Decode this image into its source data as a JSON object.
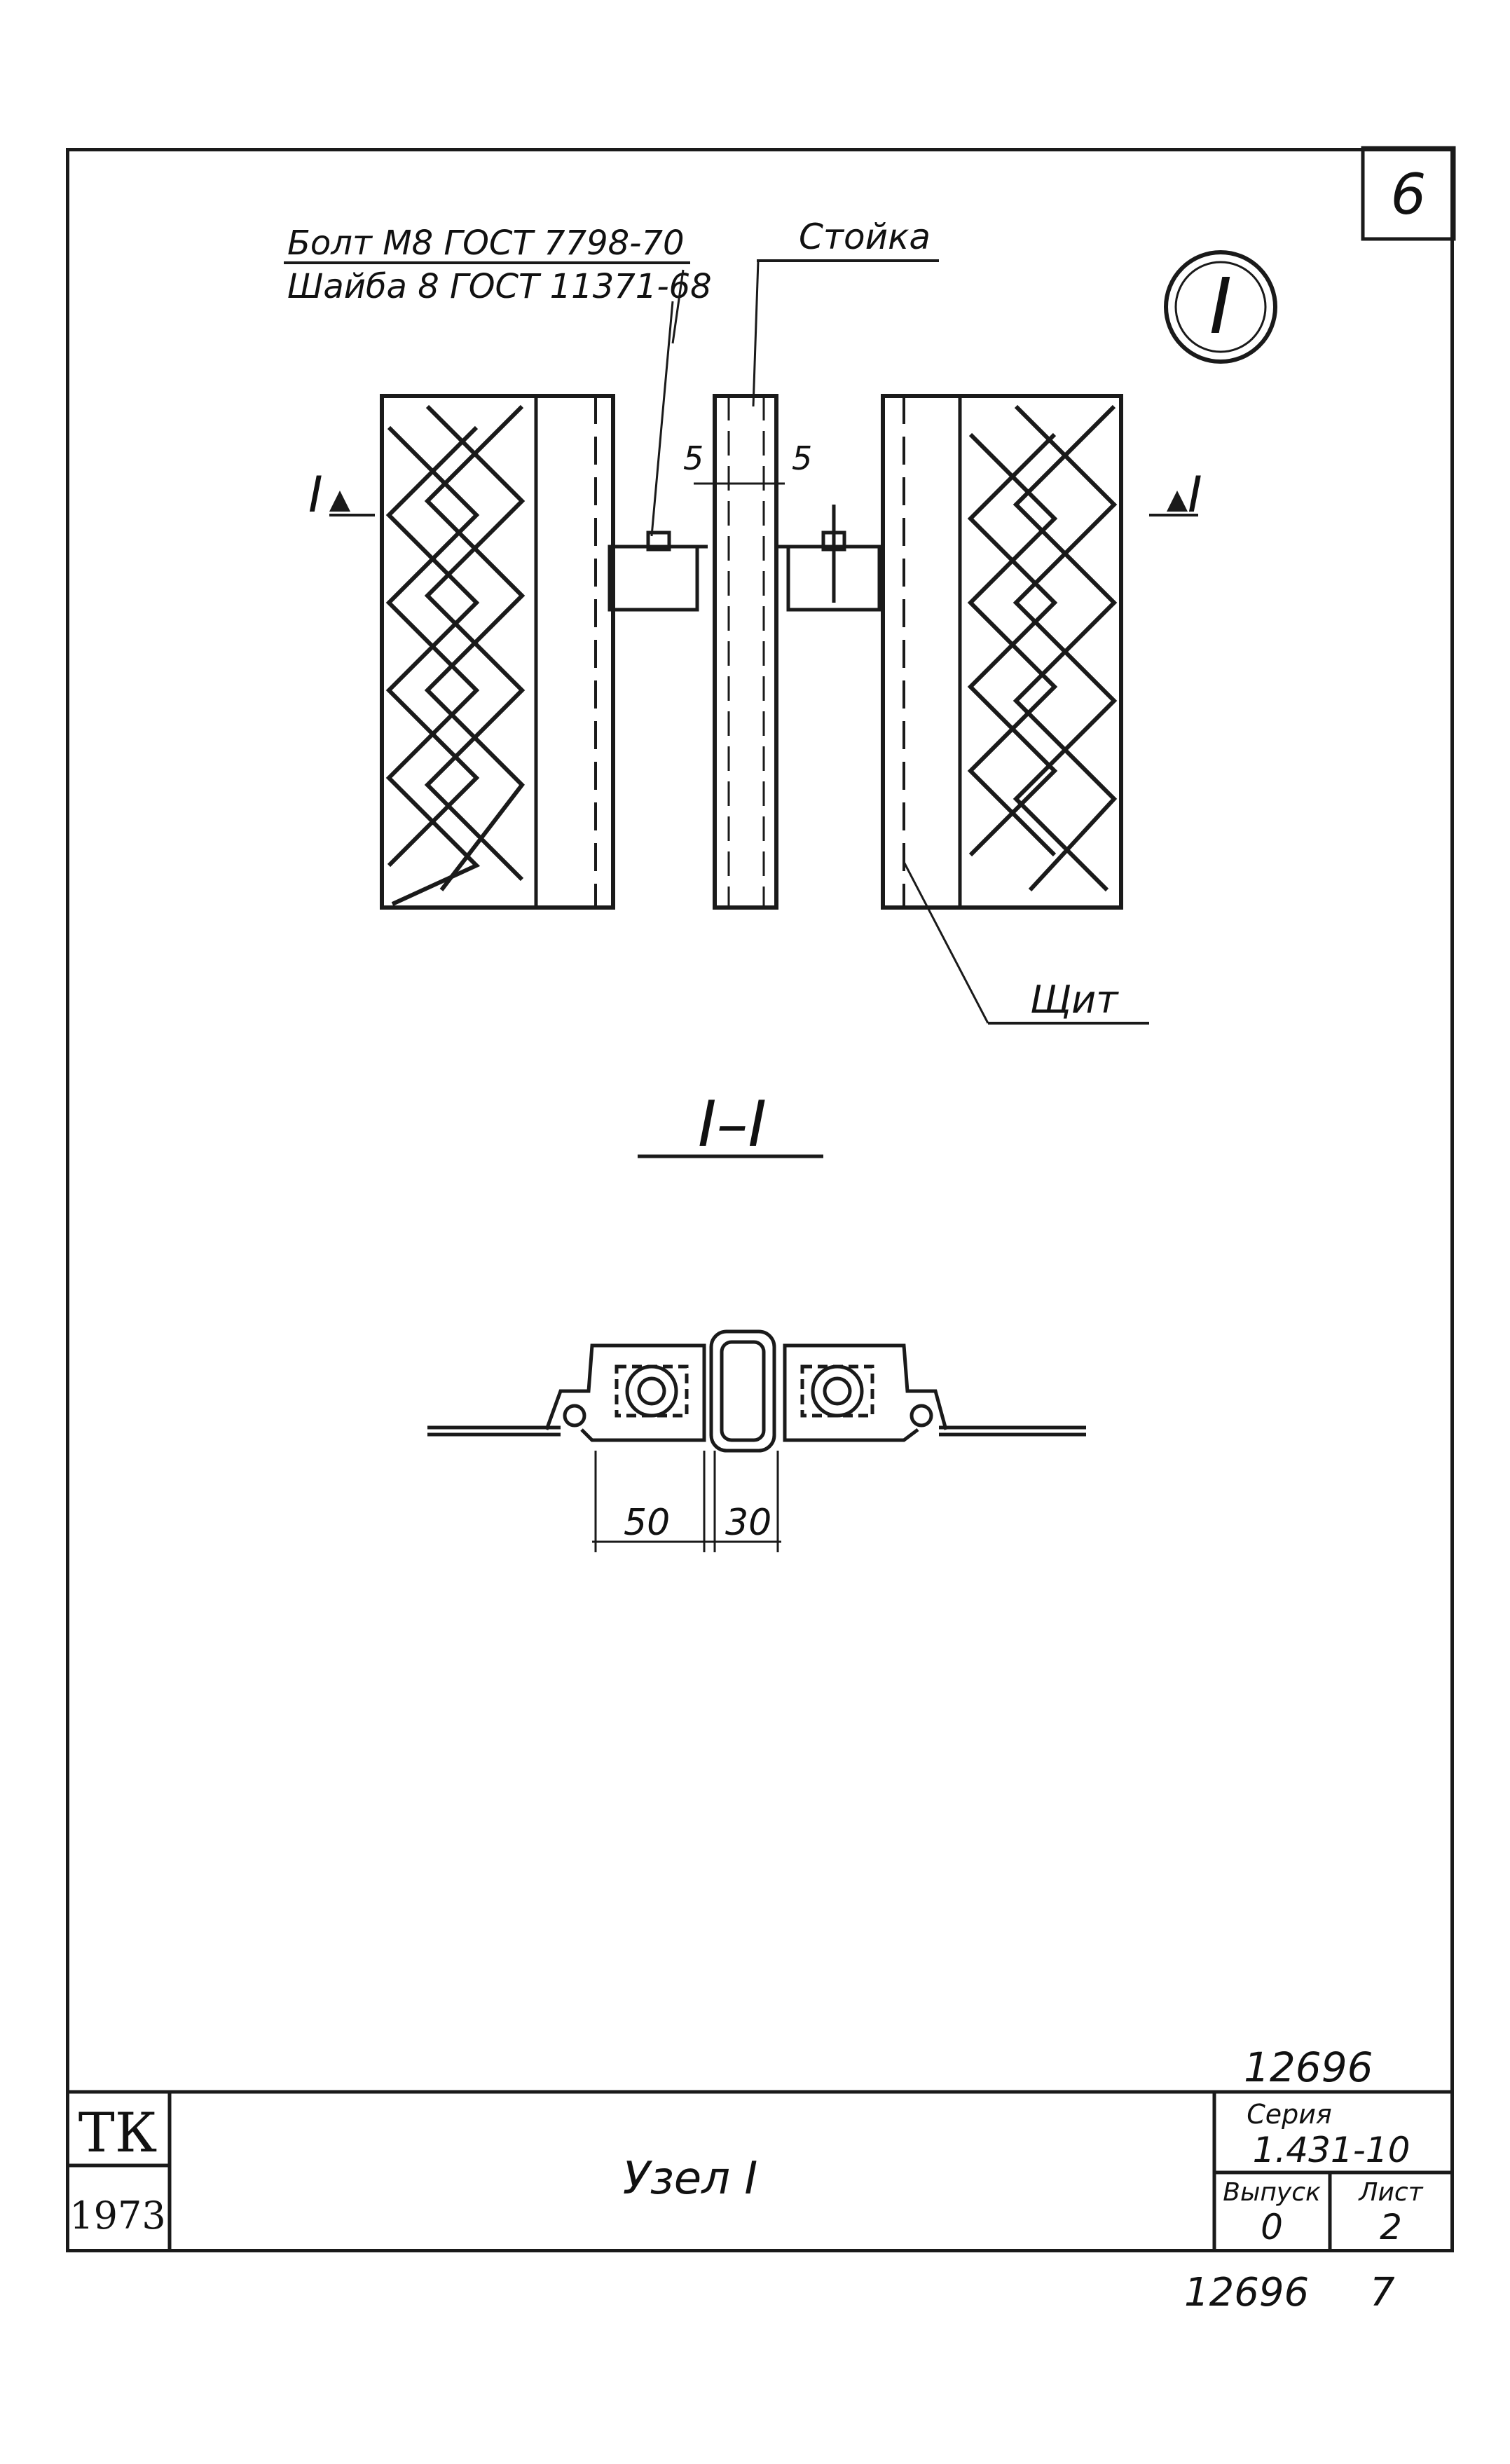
{
  "sheet": {
    "sheet_number": "6",
    "node_marker": "I"
  },
  "labels": {
    "bolt": "Болт М8 ГОСТ 7798-70",
    "washer": "Шайба 8 ГОСТ 11371-68",
    "post": "Стойка",
    "panel": "Щит",
    "section_left": "I",
    "section_right": "I",
    "section_title": "I–I",
    "gap_left": "5",
    "gap_right": "5",
    "dim_50": "50",
    "dim_30": "30"
  },
  "title_block": {
    "org": "ТК",
    "year": "1973",
    "title": "Узел I",
    "series_label": "Серия",
    "series": "1.431-10",
    "issue_label": "Выпуск",
    "issue": "0",
    "sheet_label": "Лист",
    "sheet": "2",
    "doc_number": "12696"
  },
  "footer": {
    "doc_number": "12696",
    "page": "7"
  }
}
